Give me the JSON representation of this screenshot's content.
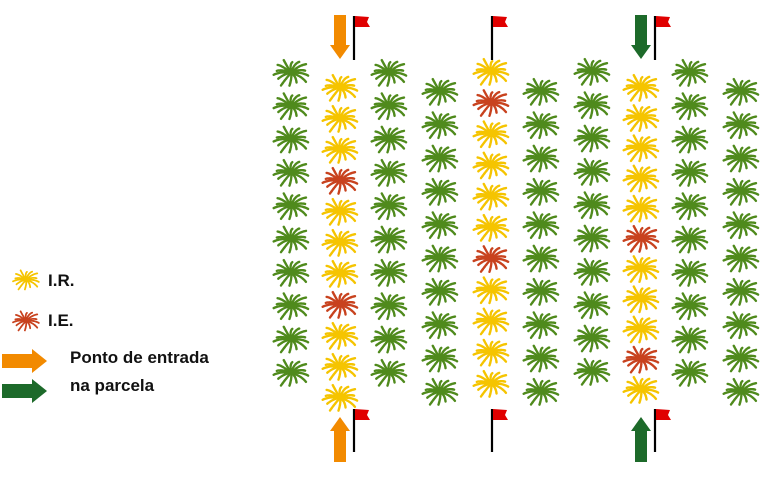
{
  "legend": {
    "ir": {
      "label": "I.R.",
      "color": "#f5c400",
      "icon": "yellow-palm-icon"
    },
    "ie": {
      "label": "I.E.",
      "color": "#c8421e",
      "icon": "red-palm-icon"
    },
    "entry": {
      "line1": "Ponto de entrada",
      "line2": "na parcela",
      "orange_icon": "orange-arrow-icon",
      "green_icon": "green-arrow-icon"
    }
  },
  "colors": {
    "healthy": "#4f8a1c",
    "ir": "#f5c400",
    "ie": "#c8421e",
    "orange_arrow": "#f28a00",
    "green_arrow": "#1d6a2a",
    "flag": "#e00000"
  },
  "plot": {
    "columns": [
      {
        "status": [
          "g",
          "g",
          "g",
          "g",
          "g",
          "g",
          "g",
          "g",
          "g",
          "g"
        ]
      },
      {
        "status": [
          "y",
          "y",
          "y",
          "r",
          "y",
          "y",
          "y",
          "r",
          "y",
          "y",
          "y"
        ]
      },
      {
        "status": [
          "g",
          "g",
          "g",
          "g",
          "g",
          "g",
          "g",
          "g",
          "g",
          "g"
        ]
      },
      {
        "status": [
          "g",
          "g",
          "g",
          "g",
          "g",
          "g",
          "g",
          "g",
          "g",
          "g"
        ]
      },
      {
        "status": [
          "y",
          "r",
          "y",
          "y",
          "y",
          "y",
          "r",
          "y",
          "y",
          "y",
          "y"
        ]
      },
      {
        "status": [
          "g",
          "g",
          "g",
          "g",
          "g",
          "g",
          "g",
          "g",
          "g",
          "g"
        ]
      },
      {
        "status": [
          "g",
          "g",
          "g",
          "g",
          "g",
          "g",
          "g",
          "g",
          "g",
          "g"
        ]
      },
      {
        "status": [
          "y",
          "y",
          "y",
          "y",
          "y",
          "r",
          "y",
          "y",
          "y",
          "r",
          "y"
        ]
      },
      {
        "status": [
          "g",
          "g",
          "g",
          "g",
          "g",
          "g",
          "g",
          "g",
          "g",
          "g"
        ]
      },
      {
        "status": [
          "g",
          "g",
          "g",
          "g",
          "g",
          "g",
          "g",
          "g",
          "g",
          "g"
        ]
      }
    ],
    "markers": [
      {
        "top_arrow": "orange",
        "bottom_arrow": "orange"
      },
      {
        "top_arrow": "none",
        "bottom_arrow": "none"
      },
      {
        "top_arrow": "green",
        "bottom_arrow": "green"
      }
    ]
  }
}
